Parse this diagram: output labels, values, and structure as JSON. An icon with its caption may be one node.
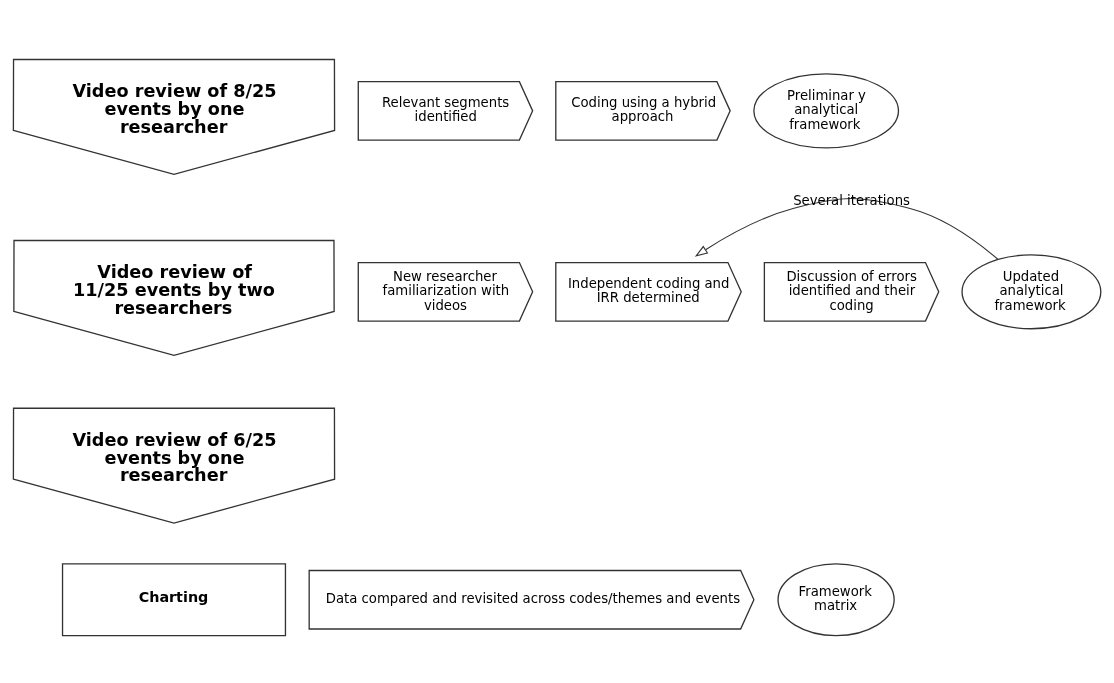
{
  "diagram": {
    "nodes": [
      {
        "text": [
          "Video review of 8/25 events by one researcher"
        ]
      },
      {
        "text": [
          "Relevant segments identified"
        ]
      },
      {
        "text": [
          "Coding using a hybrid approach"
        ]
      },
      {
        "text": [
          "Preliminar y analytical framework"
        ]
      },
      {
        "text": [
          "Video review of 11/25 events by two researchers"
        ]
      },
      {
        "text": [
          "New researcher familiarization with videos"
        ]
      },
      {
        "text": [
          "Independent coding and IRR determined"
        ]
      },
      {
        "text": [
          "Discussion of errors identified and their coding"
        ]
      },
      {
        "text": [
          "Updated analytical framework"
        ]
      },
      {
        "text": [
          "Video review of 6/25 events by one researcher"
        ]
      },
      {
        "text": [
          "Charting"
        ]
      },
      {
        "text": [
          "Data compared and revisited across codes/themes and events"
        ]
      },
      {
        "text": [
          "Framework matrix"
        ]
      }
    ],
    "edges": [
      {
        "from": 8,
        "to": 6,
        "arrow": "to",
        "label": "Several iterations"
      }
    ]
  }
}
